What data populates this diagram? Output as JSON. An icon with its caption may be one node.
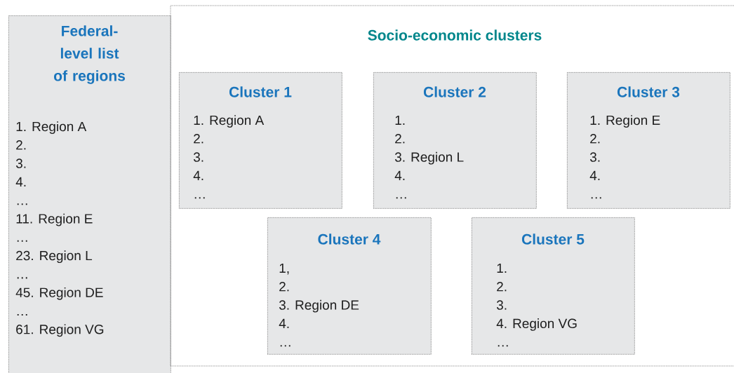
{
  "diagram": {
    "nodes": [
      {
        "text": [
          "Federal-level list of regions",
          "1. Region A",
          "2.",
          "3.",
          "4.",
          "…",
          "11. Region E",
          "…",
          "23. Region L",
          "…",
          "45. Region DE",
          "…",
          "61. Region VG"
        ]
      },
      {
        "text": [
          "Socio-economic clusters"
        ]
      },
      {
        "text": [
          "Cluster 1",
          "1. Region A",
          "2.",
          "3.",
          "4.",
          "…"
        ],
        "in": 1
      },
      {
        "text": [
          "Cluster 2",
          "1.",
          "2.",
          "3. Region L",
          "4.",
          "…"
        ],
        "in": 1
      },
      {
        "text": [
          "Cluster 3",
          "1. Region E",
          "2.",
          "3.",
          "4.",
          "…"
        ],
        "in": 1
      },
      {
        "text": [
          "Cluster 4",
          "1,",
          "2.",
          "3. Region DE",
          "4.",
          "…"
        ],
        "in": 1
      },
      {
        "text": [
          "Cluster 5",
          "1.",
          "2.",
          "3.",
          "4. Region VG",
          "…"
        ],
        "in": 1
      }
    ]
  }
}
